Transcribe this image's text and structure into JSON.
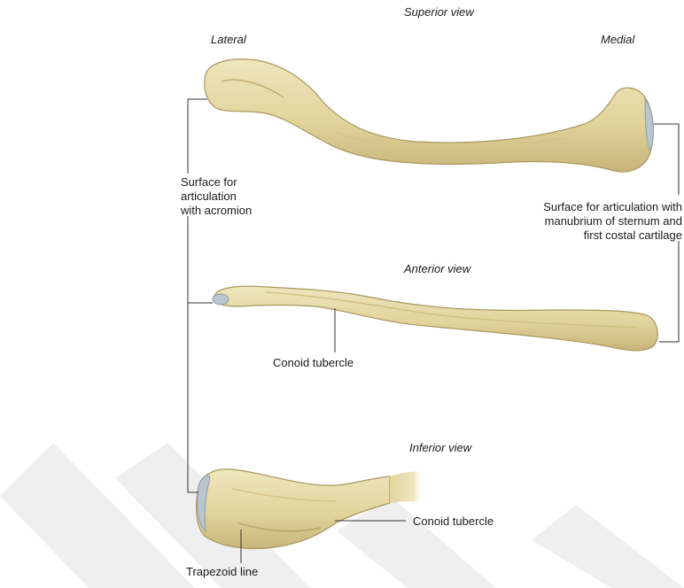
{
  "views": {
    "superior": "Superior view",
    "anterior": "Anterior view",
    "inferior": "Inferior view"
  },
  "orientation": {
    "lateral": "Lateral",
    "medial": "Medial"
  },
  "labels": {
    "acromion_line1": "Surface for",
    "acromion_line2": "articulation",
    "acromion_line3": "with acromion",
    "sternal_line1": "Surface for articulation with",
    "sternal_line2": "manubrium of sternum and",
    "sternal_line3": "first costal cartilage",
    "conoid_anterior": "Conoid tubercle",
    "conoid_inferior": "Conoid tubercle",
    "trapezoid": "Trapezoid line"
  },
  "colors": {
    "bone_fill": "#e4d8a4",
    "bone_shade": "#c9b77a",
    "bone_outline": "#a8975e",
    "articular_surface": "#b9c6cf",
    "leader_line": "#333333",
    "watermark": "#eeeeee"
  }
}
